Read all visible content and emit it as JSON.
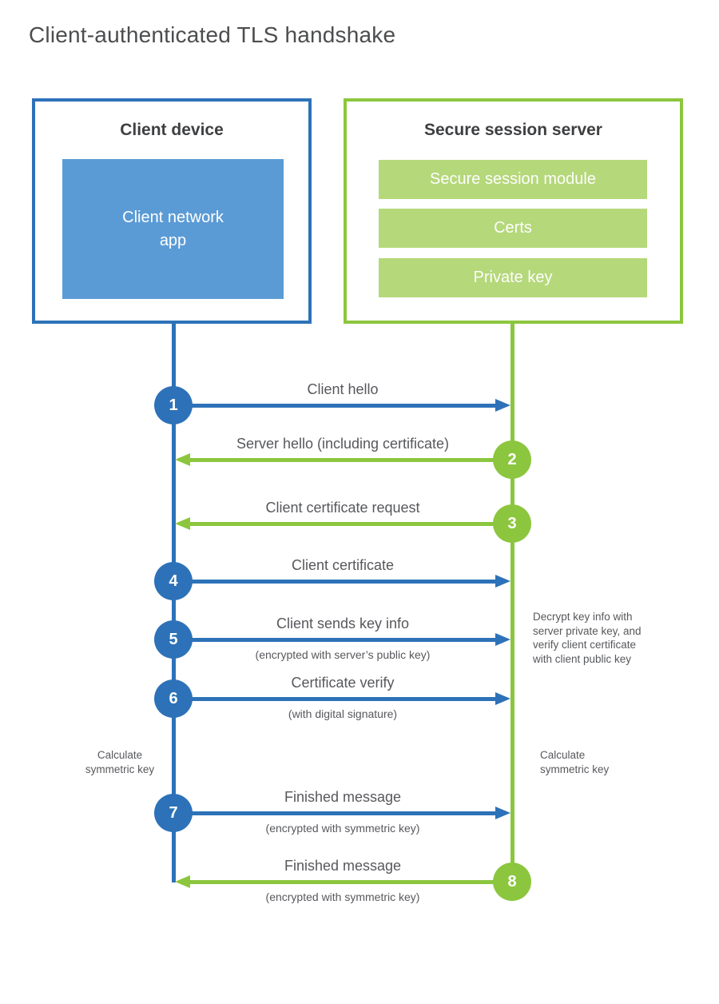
{
  "title": "Client-authenticated TLS handshake",
  "colors": {
    "client_blue": "#2d72b8",
    "client_blue_light": "#5b9bd5",
    "server_green": "#8cc63e",
    "server_green_light": "#b5d87a",
    "heading_gray": "#4c4d4f",
    "label_gray": "#57585c"
  },
  "client_box": {
    "title": "Client device",
    "app_label": "Client network\napp"
  },
  "server_box": {
    "title": "Secure session server",
    "modules": [
      "Secure session module",
      "Certs",
      "Private key"
    ]
  },
  "messages": [
    {
      "num": "1",
      "label": "Client hello",
      "sub": "",
      "direction": "client-to-server"
    },
    {
      "num": "2",
      "label": "Server hello (including certificate)",
      "sub": "",
      "direction": "server-to-client"
    },
    {
      "num": "3",
      "label": "Client certificate request",
      "sub": "",
      "direction": "server-to-client"
    },
    {
      "num": "4",
      "label": "Client certificate",
      "sub": "",
      "direction": "client-to-server"
    },
    {
      "num": "5",
      "label": "Client sends key info",
      "sub": "(encrypted with server’s public key)",
      "direction": "client-to-server"
    },
    {
      "num": "6",
      "label": "Certificate verify",
      "sub": "(with digital signature)",
      "direction": "client-to-server"
    },
    {
      "num": "7",
      "label": "Finished message",
      "sub": "(encrypted with symmetric key)",
      "direction": "client-to-server"
    },
    {
      "num": "8",
      "label": "Finished message",
      "sub": "(encrypted with symmetric key)",
      "direction": "server-to-client"
    }
  ],
  "annotations": {
    "decrypt_note": "Decrypt key info with\nserver private key, and\nverify client certificate\nwith client public key",
    "calc_left": "Calculate\nsymmetric key",
    "calc_right": "Calculate\nsymmetric key"
  }
}
